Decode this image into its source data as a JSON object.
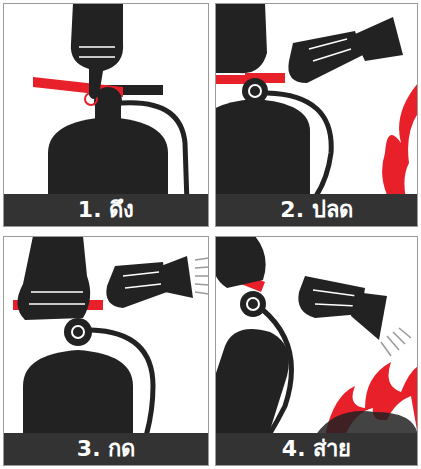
{
  "diagram": {
    "nodes": [
      {
        "text": [
          "1. ดึง"
        ]
      },
      {
        "text": [
          "2. ปลด"
        ]
      },
      {
        "text": [
          "3. กด"
        ]
      },
      {
        "text": [
          "4. ส่าย"
        ]
      }
    ]
  }
}
